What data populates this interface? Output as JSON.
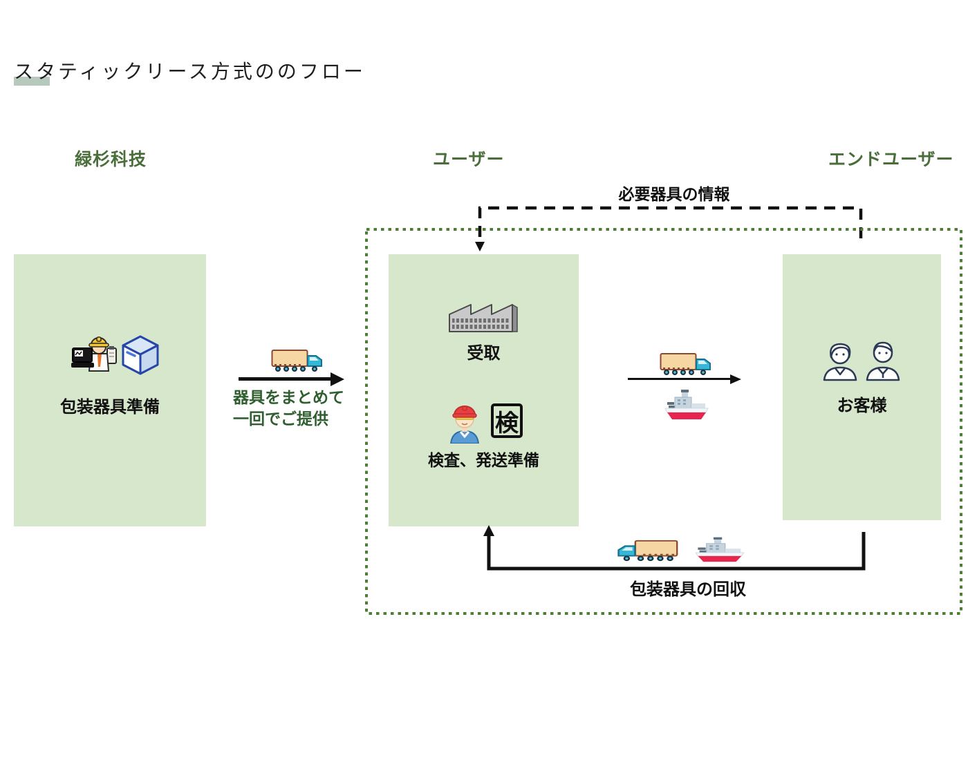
{
  "title": "スタティックリース方式ののフロー",
  "columns": {
    "provider": "緑杉科技",
    "user": "ユーザー",
    "end_user": "エンドユーザー"
  },
  "nodes": {
    "prepare": {
      "label": "包装器具準備"
    },
    "receive": {
      "label": "受取"
    },
    "inspect": {
      "label": "検査、発送準備",
      "stamp": "検"
    },
    "customer": {
      "label": "お客様"
    }
  },
  "flows": {
    "provide": {
      "line1": "器具をまとめて",
      "line2": "一回でご提供"
    },
    "info": {
      "label": "必要器具の情報"
    },
    "collect": {
      "label": "包装器具の回収"
    }
  },
  "icons": {
    "left_box": [
      "worker-laptop-icon",
      "package-box-icon"
    ],
    "middle_box": [
      "factory-icon",
      "inspector-icon",
      "inspection-stamp"
    ],
    "right_box": [
      "customers-icon"
    ],
    "transport": [
      "delivery-truck-icon",
      "cargo-ship-icon"
    ]
  },
  "colors": {
    "box_fill": "#d7e7cc",
    "dotted_border_green": "#4e7e35",
    "header_green": "#4a6e3a",
    "flow_text_green": "#2f5f2f",
    "title_highlight": "#b7c9bd",
    "arrow_black": "#111111"
  }
}
